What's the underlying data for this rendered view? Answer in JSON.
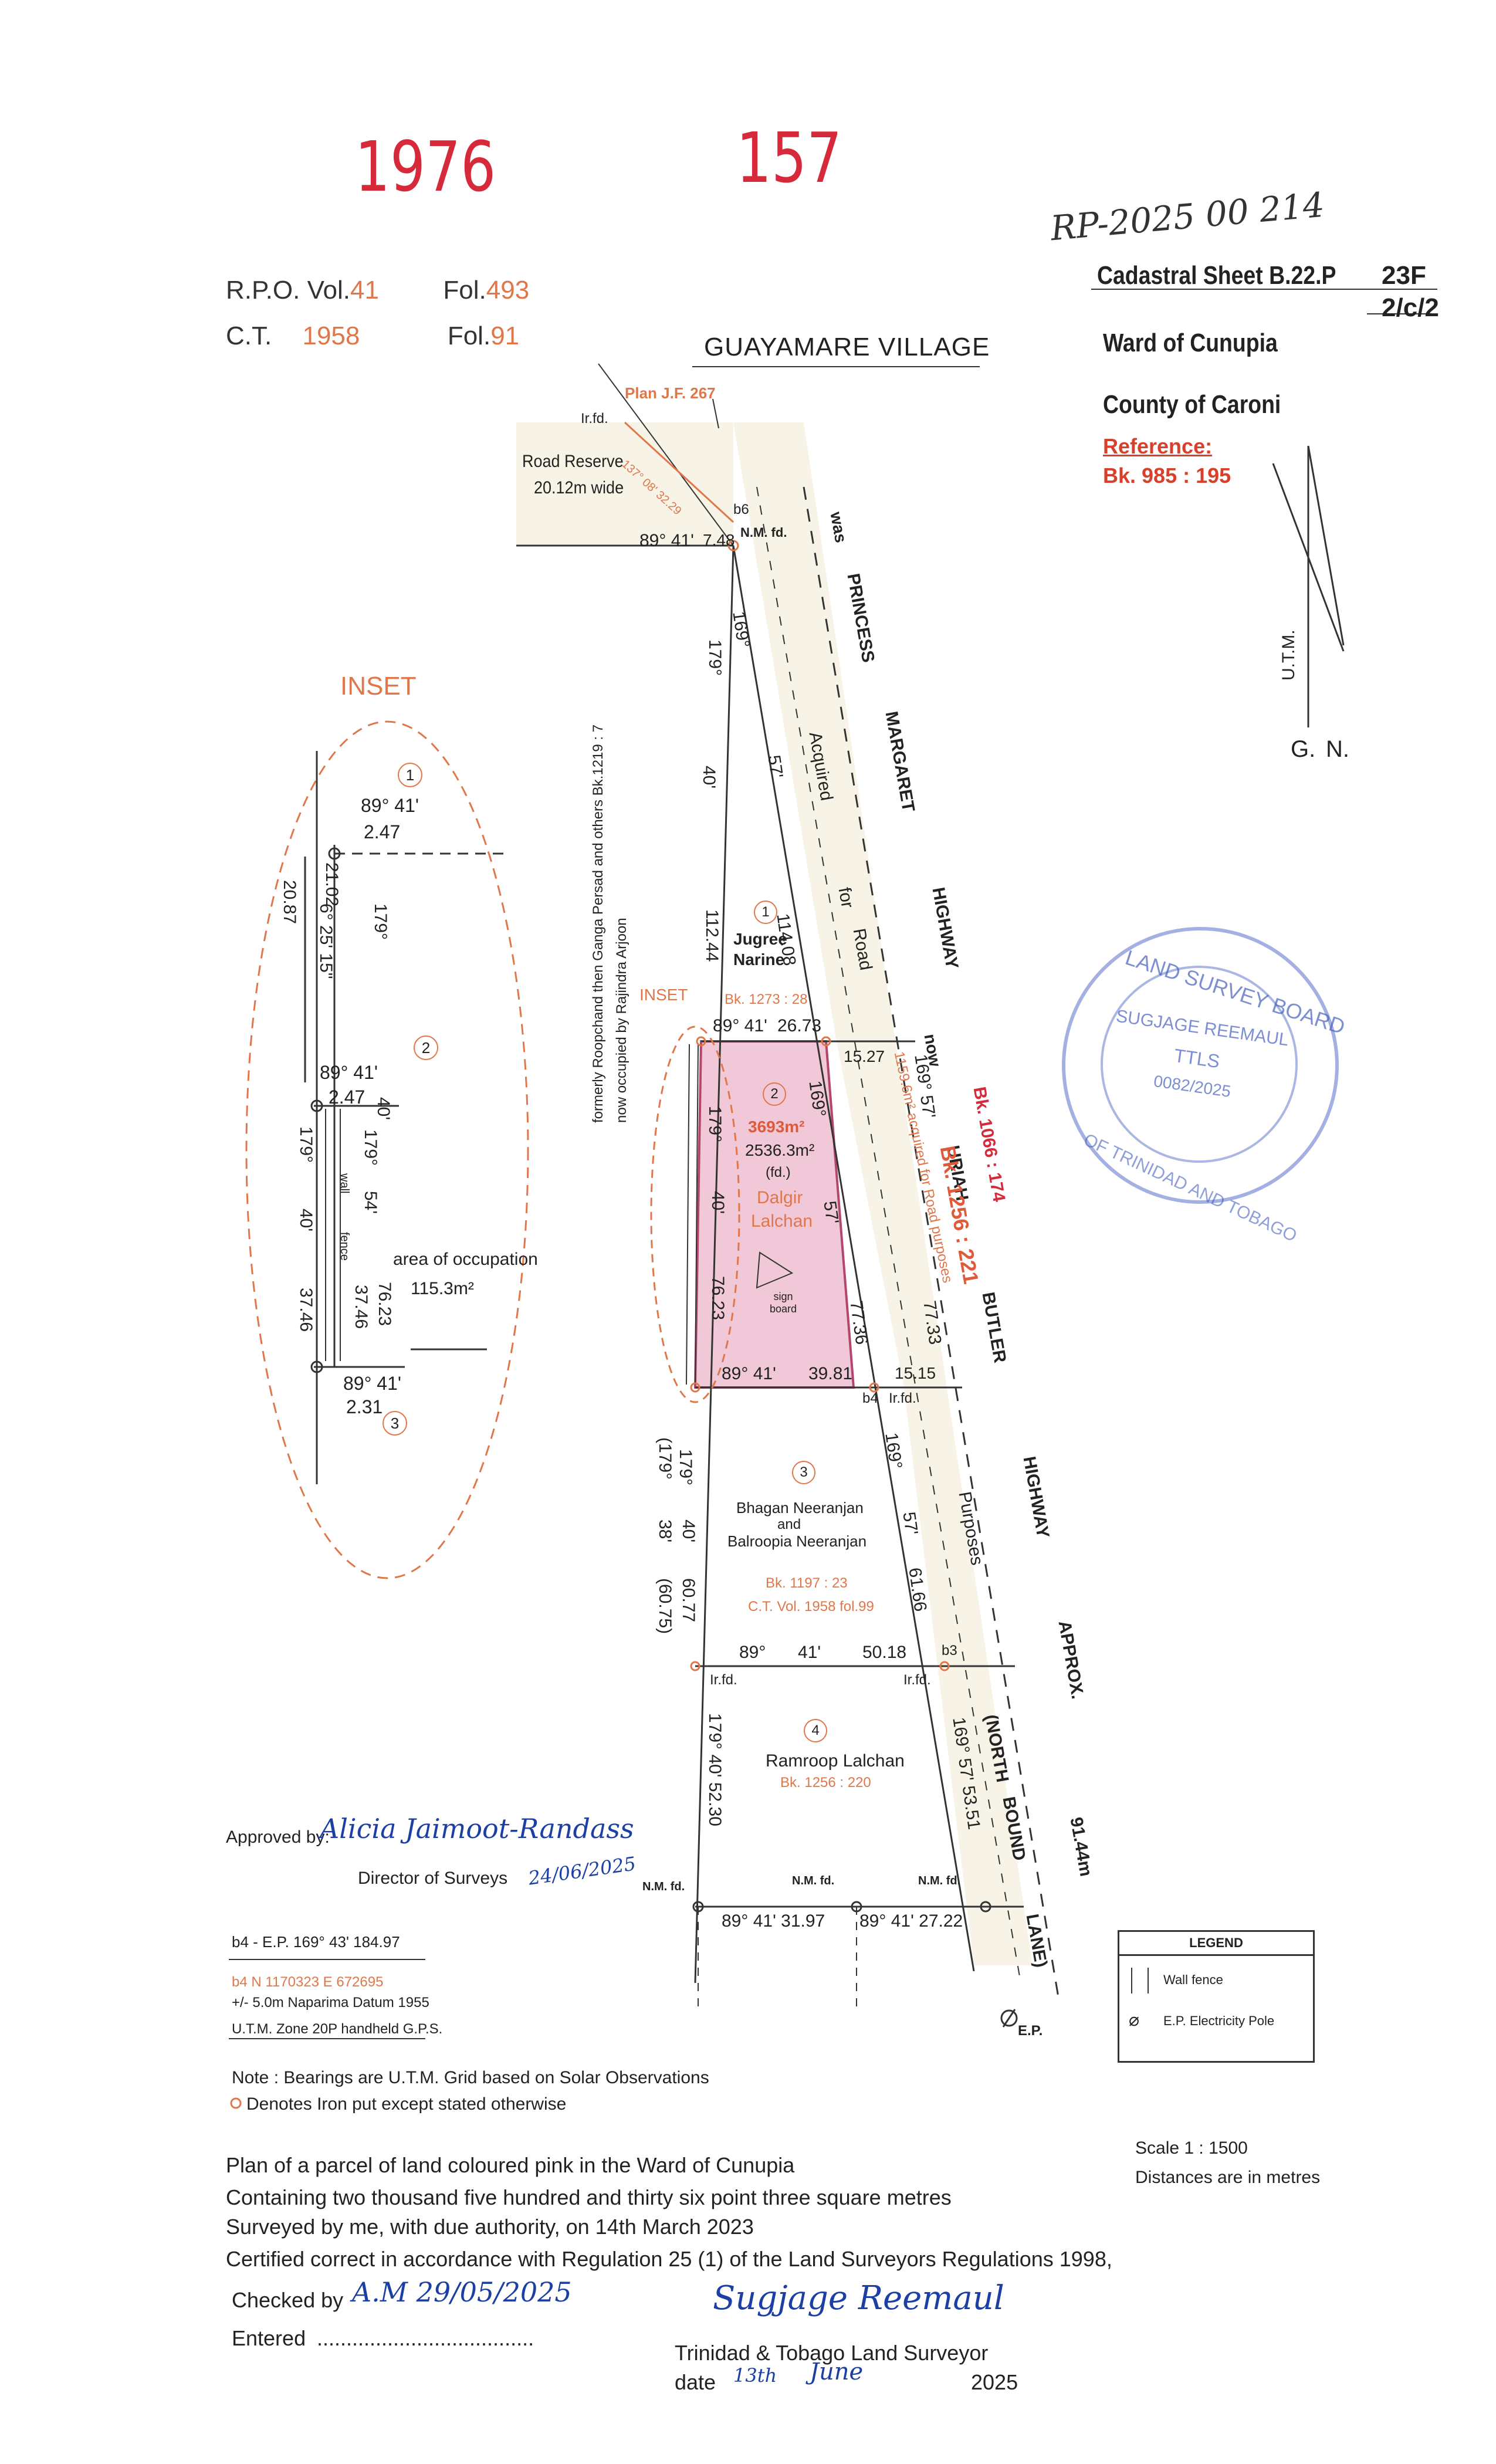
{
  "header": {
    "stamp_year": "1976",
    "stamp_no": "157",
    "rp_ref": "RP-2025 00 214",
    "rpo_label": "R.P.O. Vol.",
    "rpo_vol": "41",
    "rpo_fol_label": "Fol.",
    "rpo_fol": "493",
    "ct_label": "C.T.",
    "ct_vol": "1958",
    "ct_fol_label": "Fol.",
    "ct_fol": "91",
    "cadastral_sheet": "Cadastral Sheet B.22.P",
    "cadastral_num": "23F",
    "cadastral_den": "2/c/2",
    "ward": "Ward of Cunupia",
    "county": "County of Caroni",
    "reference_label": "Reference:",
    "reference_value": "Bk. 985 : 195",
    "village": "GUAYAMARE VILLAGE"
  },
  "north": {
    "utm": "U.T.M.",
    "gn_g": "G.",
    "gn_n": "N."
  },
  "plan": {
    "plan_jf": "Plan J.F. 267",
    "ir_fd_top": "Ir.fd.",
    "road_reserve": "Road Reserve",
    "road_reserve_width": "20.12m wide",
    "diag_bearing": "137° 08' 32.29",
    "b6": "b6",
    "nm_fd_top": "N.M. fd.",
    "top_bearing": "89° 41'",
    "top_dist": "7.48",
    "was_princess": [
      "was",
      "PRINCESS",
      "MARGARET",
      "HIGHWAY"
    ],
    "acquired": [
      "Acquired",
      "for",
      "Road"
    ],
    "now_uriah": [
      "now",
      "URIAH",
      "BUTLER",
      "HIGHWAY"
    ],
    "approx": "APPROX.",
    "north_bound": [
      "(NORTH",
      "BOUND",
      "LANE)"
    ],
    "bk_1066": "Bk. 1066 : 174",
    "bk_1256_221": "Bk. 1256 : 221",
    "acquired_area": "1159.6m² acquired for Road purposes",
    "lot1_num": "1",
    "lot1_name1": "Jugree",
    "lot1_name2": "Narine",
    "lot1_ref": "Bk. 1273 : 28",
    "lot1_left_b1": "179°",
    "lot1_left_b2": "40'",
    "lot1_left_d": "112.44",
    "lot1_right_b1": "169°",
    "lot1_right_b2": "57'",
    "lot1_right_d": "114.08",
    "l1_bottom_b": "89° 41'",
    "l1_bottom_d": "26.73",
    "seg_15_27": "15.27",
    "lot2_num": "2",
    "lot2_area_total": "3693m²",
    "lot2_area": "2536.3m²",
    "lot2_fd": "(fd.)",
    "lot2_name1": "Dalgir",
    "lot2_name2": "Lalchan",
    "lot2_left_b1": "179°",
    "lot2_left_b2": "40'",
    "lot2_left_d": "76.23",
    "lot2_right_b1": "169°",
    "lot2_right_b2": "57'",
    "lot2_right_d": "77.36",
    "road_right_b1": "169° 57'",
    "road_right_d": "77.33",
    "sign_board": "sign board",
    "l2_bottom_b": "89° 41'",
    "l2_bottom_d": "39.81",
    "seg_15_15": "15.15",
    "b4": "b4",
    "ir_fd_b4": "Ir.fd.",
    "inset_tag": "INSET",
    "lot3_num": "3",
    "lot3_name1": "Bhagan Neeranjan",
    "lot3_and": "and",
    "lot3_name2": "Balroopia Neeranjan",
    "lot3_ref1": "Bk. 1197 : 23",
    "lot3_ref2": "C.T. Vol. 1958 fol.99",
    "lot3_left": [
      "179°",
      "(179°",
      "40'",
      "38'",
      "60.77",
      "(60.75)"
    ],
    "lot3_right": [
      "169°",
      "57'",
      "61.66"
    ],
    "purposes": "Purposes",
    "l3_bottom_b1": "89°",
    "l3_bottom_b2": "41'",
    "l3_bottom_d": "50.18",
    "b3": "b3",
    "ir_fd_left": "Ir.fd.",
    "ir_fd_right": "Ir.fd.",
    "lot4_num": "4",
    "lot4_name": "Ramroop Lalchan",
    "lot4_ref": "Bk. 1256 : 220",
    "lot4_left": "179° 40' 52.30",
    "lot4_right": "169° 57' 53.51",
    "road_width": "91.44m",
    "nm_fd_1": "N.M. fd.",
    "nm_fd_2": "N.M. fd.",
    "nm_fd_3": "N.M. fd.",
    "bot_b1": "89° 41' 31.97",
    "bot_b2": "89° 41' 27.22",
    "ep": "E.P.",
    "west_owner": "formerly Roopchand then Ganga Persad and others Bk.1219 : 7",
    "west_owner2": "now occupied by Rajindra Arjoon"
  },
  "inset": {
    "title": "INSET",
    "c1": "1",
    "c2": "2",
    "c3": "3",
    "t1_b": "89° 41'",
    "t1_d": "2.47",
    "d_21_02": "21.02",
    "d_20_87": "20.87",
    "b_179": "179°",
    "b_6_25": "6° 25' 15\"",
    "t2_b": "89° 41'",
    "t2_d": "2.47",
    "b_40": "40'",
    "b_179b": "179°",
    "b_179c": "179°",
    "wall": "wall",
    "fence": "fence",
    "b_54": "54'",
    "b_40b": "40'",
    "d_37_46": "37.46",
    "d_76_23": "76.23",
    "d_37_46b": "37.46",
    "occupation": "area of occupation",
    "occ_area": "115.3m²",
    "t3_b": "89° 41'",
    "t3_d": "2.31"
  },
  "approval": {
    "approved_by": "Approved by:",
    "approved_sig": "Alicia Jaimoot-Randass",
    "director": "Director of Surveys",
    "director_date": "24/06/2025",
    "ep_line": "b4 - E.P. 169° 43'  184.97",
    "coords": "b4 N 1170323 E 672695",
    "datum": "+/- 5.0m Naparima Datum 1955",
    "gps": "U.T.M. Zone 20P handheld G.P.S."
  },
  "legend": {
    "title": "LEGEND",
    "wall_fence": "Wall fence",
    "pole": "E.P. Electricity Pole"
  },
  "notes": {
    "note_bearings": "Note : Bearings are U.T.M. Grid based on Solar Observations",
    "note_iron": "Denotes Iron put except stated otherwise",
    "scale": "Scale 1 : 1500",
    "distances": "Distances are in metres"
  },
  "certificate": {
    "line1": "Plan of a parcel of land coloured pink in the Ward of Cunupia",
    "line2": "Containing two thousand five hundred and thirty six point three square metres",
    "line3": "Surveyed by me, with due authority, on 14th March 2023",
    "line4": "Certified correct in accordance with Regulation 25 (1) of the Land Surveyors Regulations 1998,",
    "checked_label": "Checked by",
    "checked_value": "A.M 29/05/2025",
    "entered_label": "Entered",
    "entered_dots": ".....................................",
    "surveyor_sig": "Sugjage Reemaul",
    "surveyor_title": "Trinidad & Tobago Land Surveyor",
    "date_label": "date",
    "date_day": "13th",
    "date_month": "June",
    "date_year": "2025"
  },
  "seal": {
    "outer_top": "LAND SURVEY BOARD",
    "outer_bottom": "OF TRINIDAD AND TOBAGO",
    "name": "SUGJAGE REEMAUL",
    "ttls": "TTLS",
    "code": "0082/2025"
  }
}
